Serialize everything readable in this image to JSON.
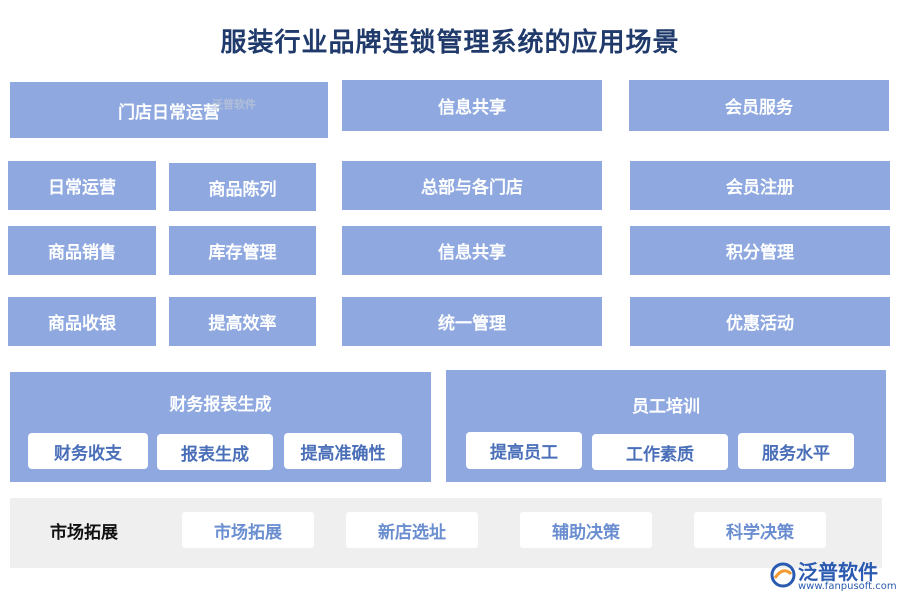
{
  "title": "服装行业品牌连锁管理系统的应用场景",
  "top_row": [
    "门店日常运营",
    "信息共享",
    "会员服务"
  ],
  "left_grid": [
    [
      "日常运营",
      "商品陈列"
    ],
    [
      "商品销售",
      "库存管理"
    ],
    [
      "商品收银",
      "提高效率"
    ]
  ],
  "middle_col": [
    "总部与各门店",
    "信息共享",
    "统一管理"
  ],
  "right_col": [
    "会员注册",
    "积分管理",
    "优惠活动"
  ],
  "finance": {
    "title": "财务报表生成",
    "items": [
      "财务收支",
      "报表生成",
      "提高准确性"
    ]
  },
  "training": {
    "title": "员工培训",
    "items": [
      "提高员工",
      "工作素质",
      "服务水平"
    ]
  },
  "market": {
    "label": "市场拓展",
    "items": [
      "市场拓展",
      "新店选址",
      "辅助决策",
      "科学决策"
    ]
  },
  "watermark": "泛普软件",
  "logo": {
    "name": "泛普软件",
    "url": "www.fanpusoft.com",
    "color": "#2a5bb0"
  },
  "colors": {
    "box": "#8fa9e0",
    "title": "#1f3a6b",
    "chip_text": "#4a6fb8",
    "market_bg": "#efefef"
  }
}
